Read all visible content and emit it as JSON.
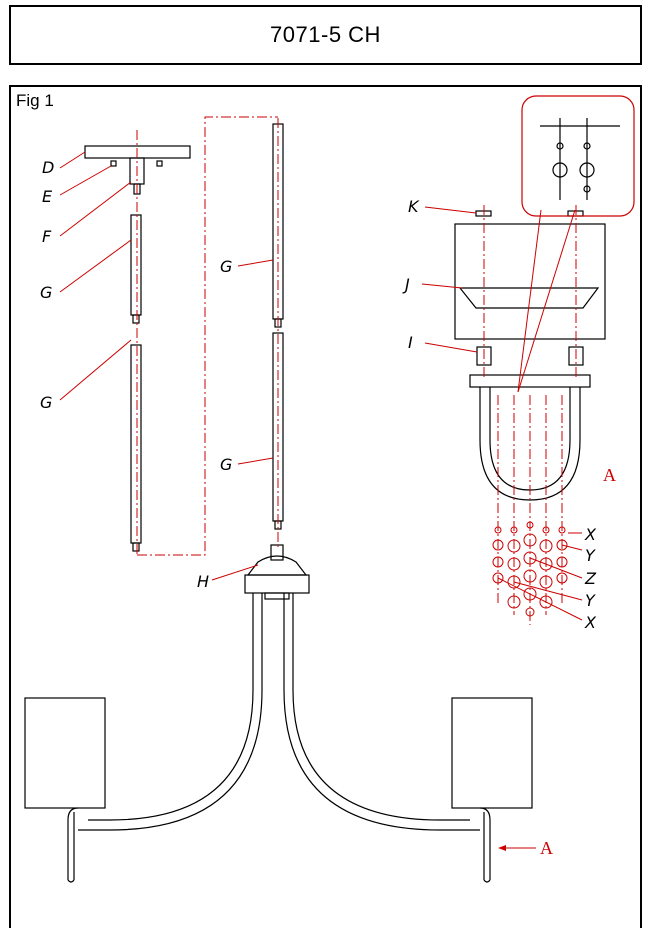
{
  "header": {
    "title": "7071-5 CH"
  },
  "figure": {
    "label": "Fig 1"
  },
  "parts": {
    "D": "D",
    "E": "E",
    "F": "F",
    "G1": "G",
    "G2": "G",
    "G3": "G",
    "G4": "G",
    "H": "H",
    "I": "I",
    "J": "J",
    "K": "K",
    "A1": "A",
    "A2": "A",
    "X1": "X",
    "Y1": "Y",
    "Z": "Z",
    "Y2": "Y",
    "X2": "X"
  },
  "colors": {
    "outline": "#000000",
    "callout": "#cc0000"
  }
}
